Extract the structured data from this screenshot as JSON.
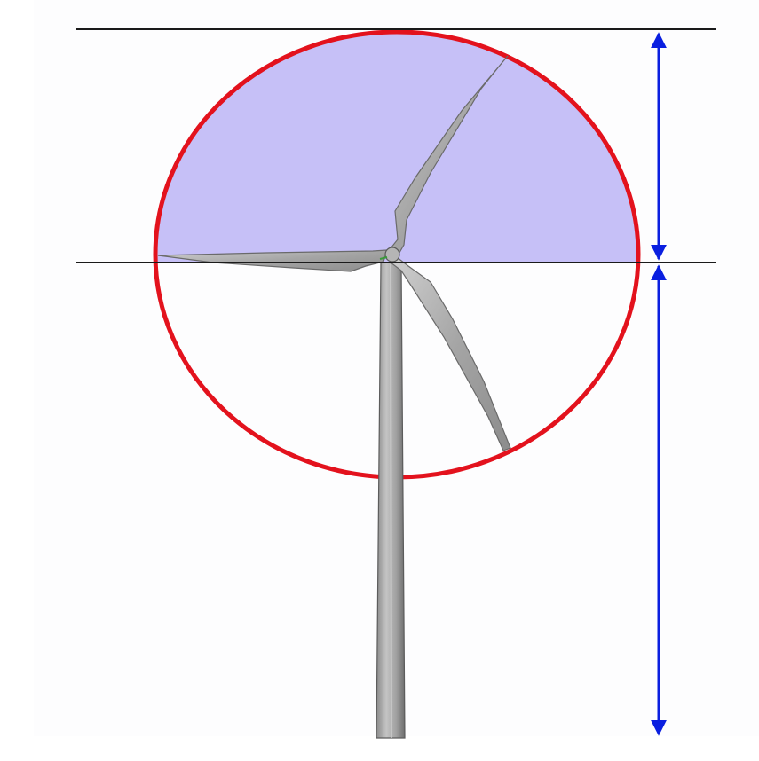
{
  "colors": {
    "background": "#fdfdfe",
    "upper_half_fill": "#c6c0f7",
    "rotor_circle": "#e3121d",
    "reference_lines": "#1a1a1a",
    "dimension_arrows": "#0a1fe0",
    "tower": "#9a9a9a",
    "blades": "#a8a8a8"
  },
  "elements": {
    "rotor_circle": "rotor-swept-area",
    "upper_half": "upper-half-swept-area",
    "top_line": "rotor-top-reference-line",
    "hub_line": "hub-height-reference-line",
    "arrow_upper": "rotor-radius-dimension",
    "arrow_lower": "hub-height-dimension"
  }
}
